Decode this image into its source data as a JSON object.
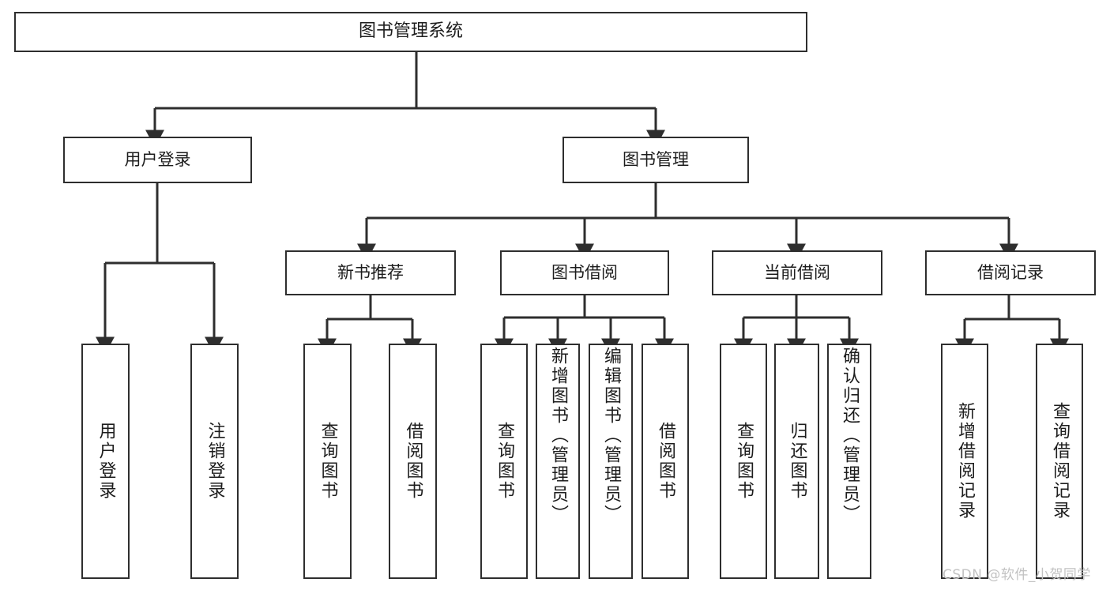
{
  "diagram": {
    "type": "tree",
    "title_node": "图书管理系统",
    "watermark": "CSDN @软件_小贺同学",
    "colors": {
      "stroke": "#2e2e2e",
      "text": "#1d1d1d",
      "background": "#ffffff",
      "watermark": "#c2c2c2"
    },
    "nodes": {
      "root": "图书管理系统",
      "user_login": "用户登录",
      "book_manage": "图书管理",
      "new_book_rec": "新书推荐",
      "book_borrow": "图书借阅",
      "current_borrow": "当前借阅",
      "borrow_record": "借阅记录",
      "leaf_user_login": "用户登录",
      "leaf_logout": "注销登录",
      "leaf_query_book_1": "查询图书",
      "leaf_borrow_book_1": "借阅图书",
      "leaf_query_book_2": "查询图书",
      "leaf_add_book_admin": "新增图书（管理员）",
      "leaf_edit_book_admin": "编辑图书（管理员）",
      "leaf_borrow_book_2": "借阅图书",
      "leaf_query_book_3": "查询图书",
      "leaf_return_book": "归还图书",
      "leaf_confirm_return_admin": "确认归还（管理员）",
      "leaf_add_record": "新增借阅记录",
      "leaf_query_record": "查询借阅记录"
    },
    "levels": {
      "level_1": [
        "图书管理系统"
      ],
      "level_2": [
        "用户登录",
        "图书管理"
      ],
      "level_3": [
        "新书推荐",
        "图书借阅",
        "当前借阅",
        "借阅记录"
      ],
      "level_4_user_login": [
        "用户登录",
        "注销登录"
      ],
      "level_4_new_book_rec": [
        "查询图书",
        "借阅图书"
      ],
      "level_4_book_borrow": [
        "查询图书",
        "新增图书（管理员）",
        "编辑图书（管理员）",
        "借阅图书"
      ],
      "level_4_current_borrow": [
        "查询图书",
        "归还图书",
        "确认归还（管理员）"
      ],
      "level_4_borrow_record": [
        "新增借阅记录",
        "查询借阅记录"
      ]
    }
  }
}
